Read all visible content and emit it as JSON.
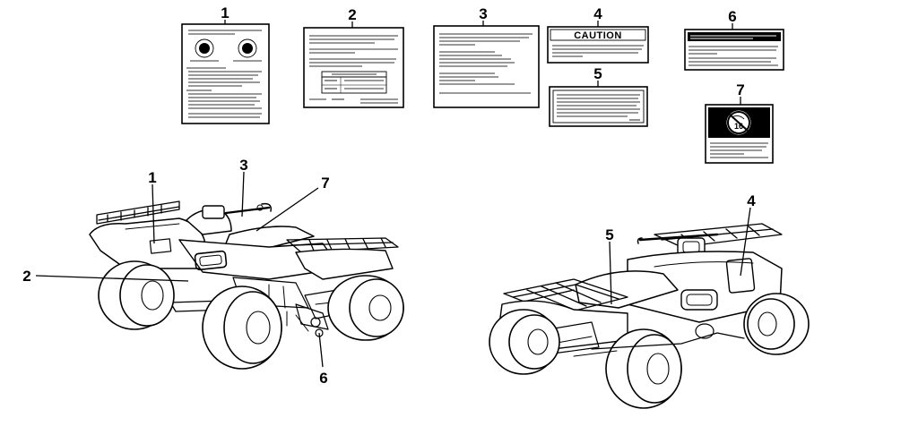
{
  "diagram": {
    "callouts": {
      "c1": "1",
      "c2": "2",
      "c3": "3",
      "c4": "4",
      "c5": "5",
      "c6": "6",
      "c7": "7"
    },
    "labels": {
      "caution_heading": "CAUTION",
      "label7_number": "16"
    },
    "colors": {
      "ink": "#000000",
      "background": "#ffffff"
    }
  }
}
